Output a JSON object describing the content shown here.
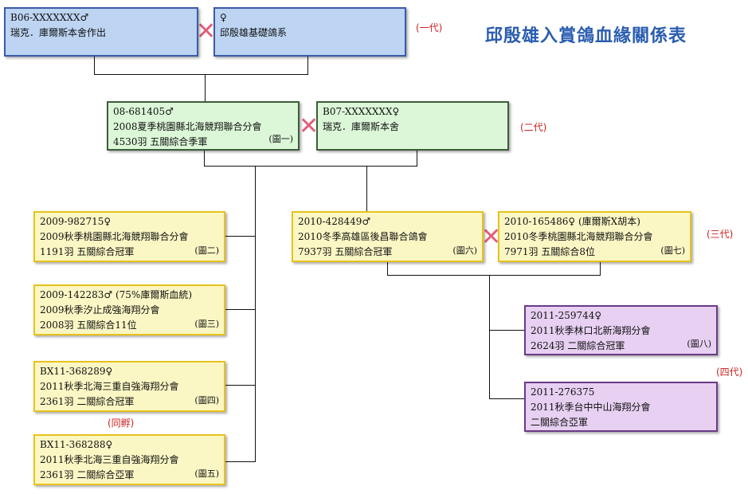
{
  "title": "邱殷雄入賞鴿血緣關係表",
  "generations": [
    "(一代)",
    "(二代)",
    "(三代)",
    "(四代)"
  ],
  "note": "(同孵)",
  "mark": "✕",
  "colors": {
    "gen1": "#bdd4f2",
    "gen2": "#dcf7d8",
    "gen3": "#fbf7c4",
    "gen4": "#e7d0f2",
    "title": "#2a5db0",
    "accent": "#cc2222"
  },
  "birds": {
    "g1_sire": {
      "lines": [
        "B06-XXXXXXX♂",
        "瑞克．庫爾斯本舍作出"
      ],
      "fig": ""
    },
    "g1_dam": {
      "lines": [
        "♀",
        "邱殷雄基礎鴿系"
      ],
      "fig": ""
    },
    "g2_sire": {
      "lines": [
        "08-681405♂",
        "2008夏季桃園縣北海競翔聯合分會",
        "4530羽 五關綜合季軍"
      ],
      "fig": "(圖一)"
    },
    "g2_dam": {
      "lines": [
        "B07-XXXXXXX♀",
        "瑞克．庫爾斯本舍"
      ],
      "fig": ""
    },
    "c1": {
      "lines": [
        "2009-982715♀",
        "2009秋季桃園縣北海競翔聯合分會",
        "1191羽 五關綜合冠軍"
      ],
      "fig": "(圖二)"
    },
    "c2": {
      "lines": [
        "2009-142283♂ (75%庫爾斯血統)",
        "2009秋季汐止成強海翔分會",
        "2008羽 五關綜合11位"
      ],
      "fig": "(圖三)"
    },
    "c3": {
      "lines": [
        "BX11-368289♀",
        "2011秋季北海三重自強海翔分會",
        "2361羽 二關綜合冠軍"
      ],
      "fig": "(圖四)"
    },
    "c4": {
      "lines": [
        "BX11-368288♀",
        "2011秋季北海三重自強海翔分會",
        "2361羽 二關綜合亞軍"
      ],
      "fig": "(圖五)"
    },
    "g3_sire": {
      "lines": [
        "2010-428449♂",
        "2010冬季高雄區後昌聯合鴿會",
        "7937羽 五關綜合冠軍"
      ],
      "fig": "(圖六)"
    },
    "g3_dam": {
      "lines": [
        "2010-165486♀ (庫爾斯X胡本)",
        "2010冬季桃園縣北海競翔聯合分會",
        "7971羽 五關綜合8位"
      ],
      "fig": "(圖七)"
    },
    "g4_a": {
      "lines": [
        "2011-259744♀",
        "2011秋季林口北新海翔分會",
        "2624羽 二關綜合冠軍"
      ],
      "fig": "(圖八)"
    },
    "g4_b": {
      "lines": [
        "2011-276375",
        "2011秋季台中中山海翔分會",
        "二關綜合亞軍"
      ],
      "fig": ""
    }
  }
}
